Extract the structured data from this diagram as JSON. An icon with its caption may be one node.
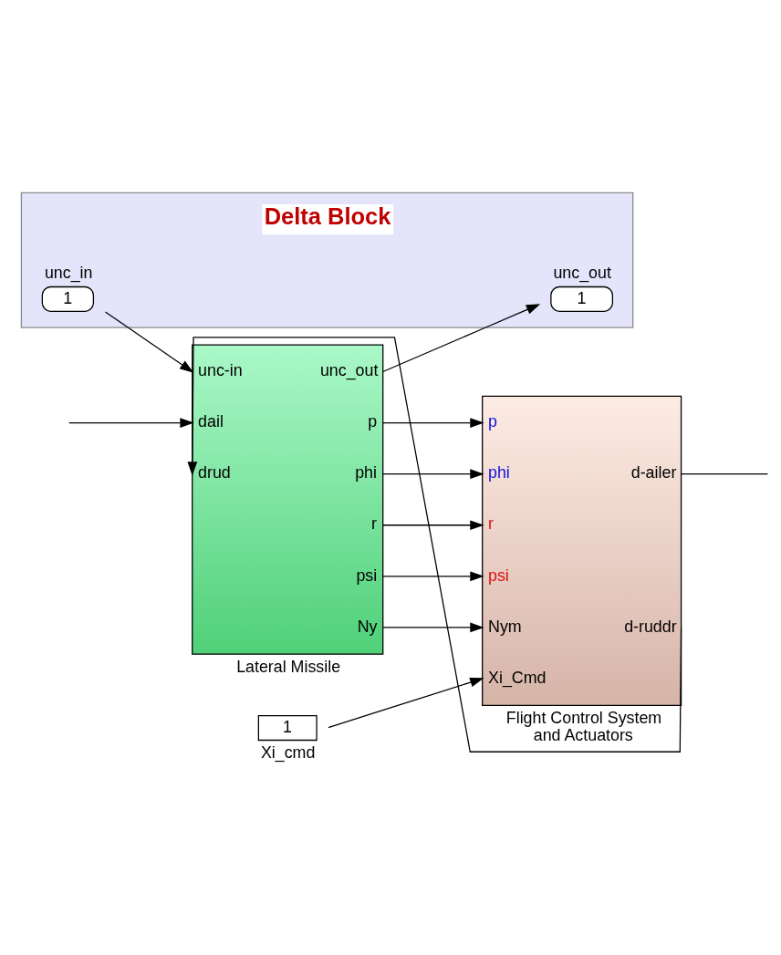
{
  "diagram": {
    "nodes": [
      {
        "text": [
          "Delta Block"
        ]
      },
      {
        "text": [
          "1"
        ],
        "in": 0,
        "beside": [
          "unc_in"
        ]
      },
      {
        "text": [
          "1"
        ],
        "in": 0,
        "beside": [
          "unc_out"
        ]
      },
      {
        "text": [
          "unc-in",
          "dail",
          "drud",
          "unc_out",
          "p",
          "phi",
          "r",
          "psi",
          "Ny"
        ],
        "beside": [
          "Lateral Missile"
        ]
      },
      {
        "text": [
          "p",
          "phi",
          "r",
          "psi",
          "Nym",
          "Xi_Cmd",
          "d-ailer",
          "d-ruddr"
        ],
        "beside": [
          "Flight Control System and Actuators"
        ]
      },
      {
        "text": [
          "1"
        ],
        "beside": [
          "Xi_cmd"
        ]
      }
    ],
    "edges": [
      {
        "from": 1,
        "to": 3,
        "arrow": "to"
      },
      {
        "from": 3,
        "to": 2,
        "arrow": "to"
      },
      {
        "from": 3,
        "to": 4,
        "arrow": "to"
      },
      {
        "from": 3,
        "to": 4,
        "arrow": "to"
      },
      {
        "from": 3,
        "to": 4,
        "arrow": "to"
      },
      {
        "from": 3,
        "to": 4,
        "arrow": "to"
      },
      {
        "from": 3,
        "to": 4,
        "arrow": "to"
      },
      {
        "from": 5,
        "to": 4,
        "arrow": "to"
      },
      {
        "from": 4,
        "to": null,
        "arrow": "none"
      },
      {
        "from": null,
        "to": 3,
        "arrow": "to"
      },
      {
        "from": 4,
        "to": 3,
        "arrow": "to"
      }
    ]
  }
}
